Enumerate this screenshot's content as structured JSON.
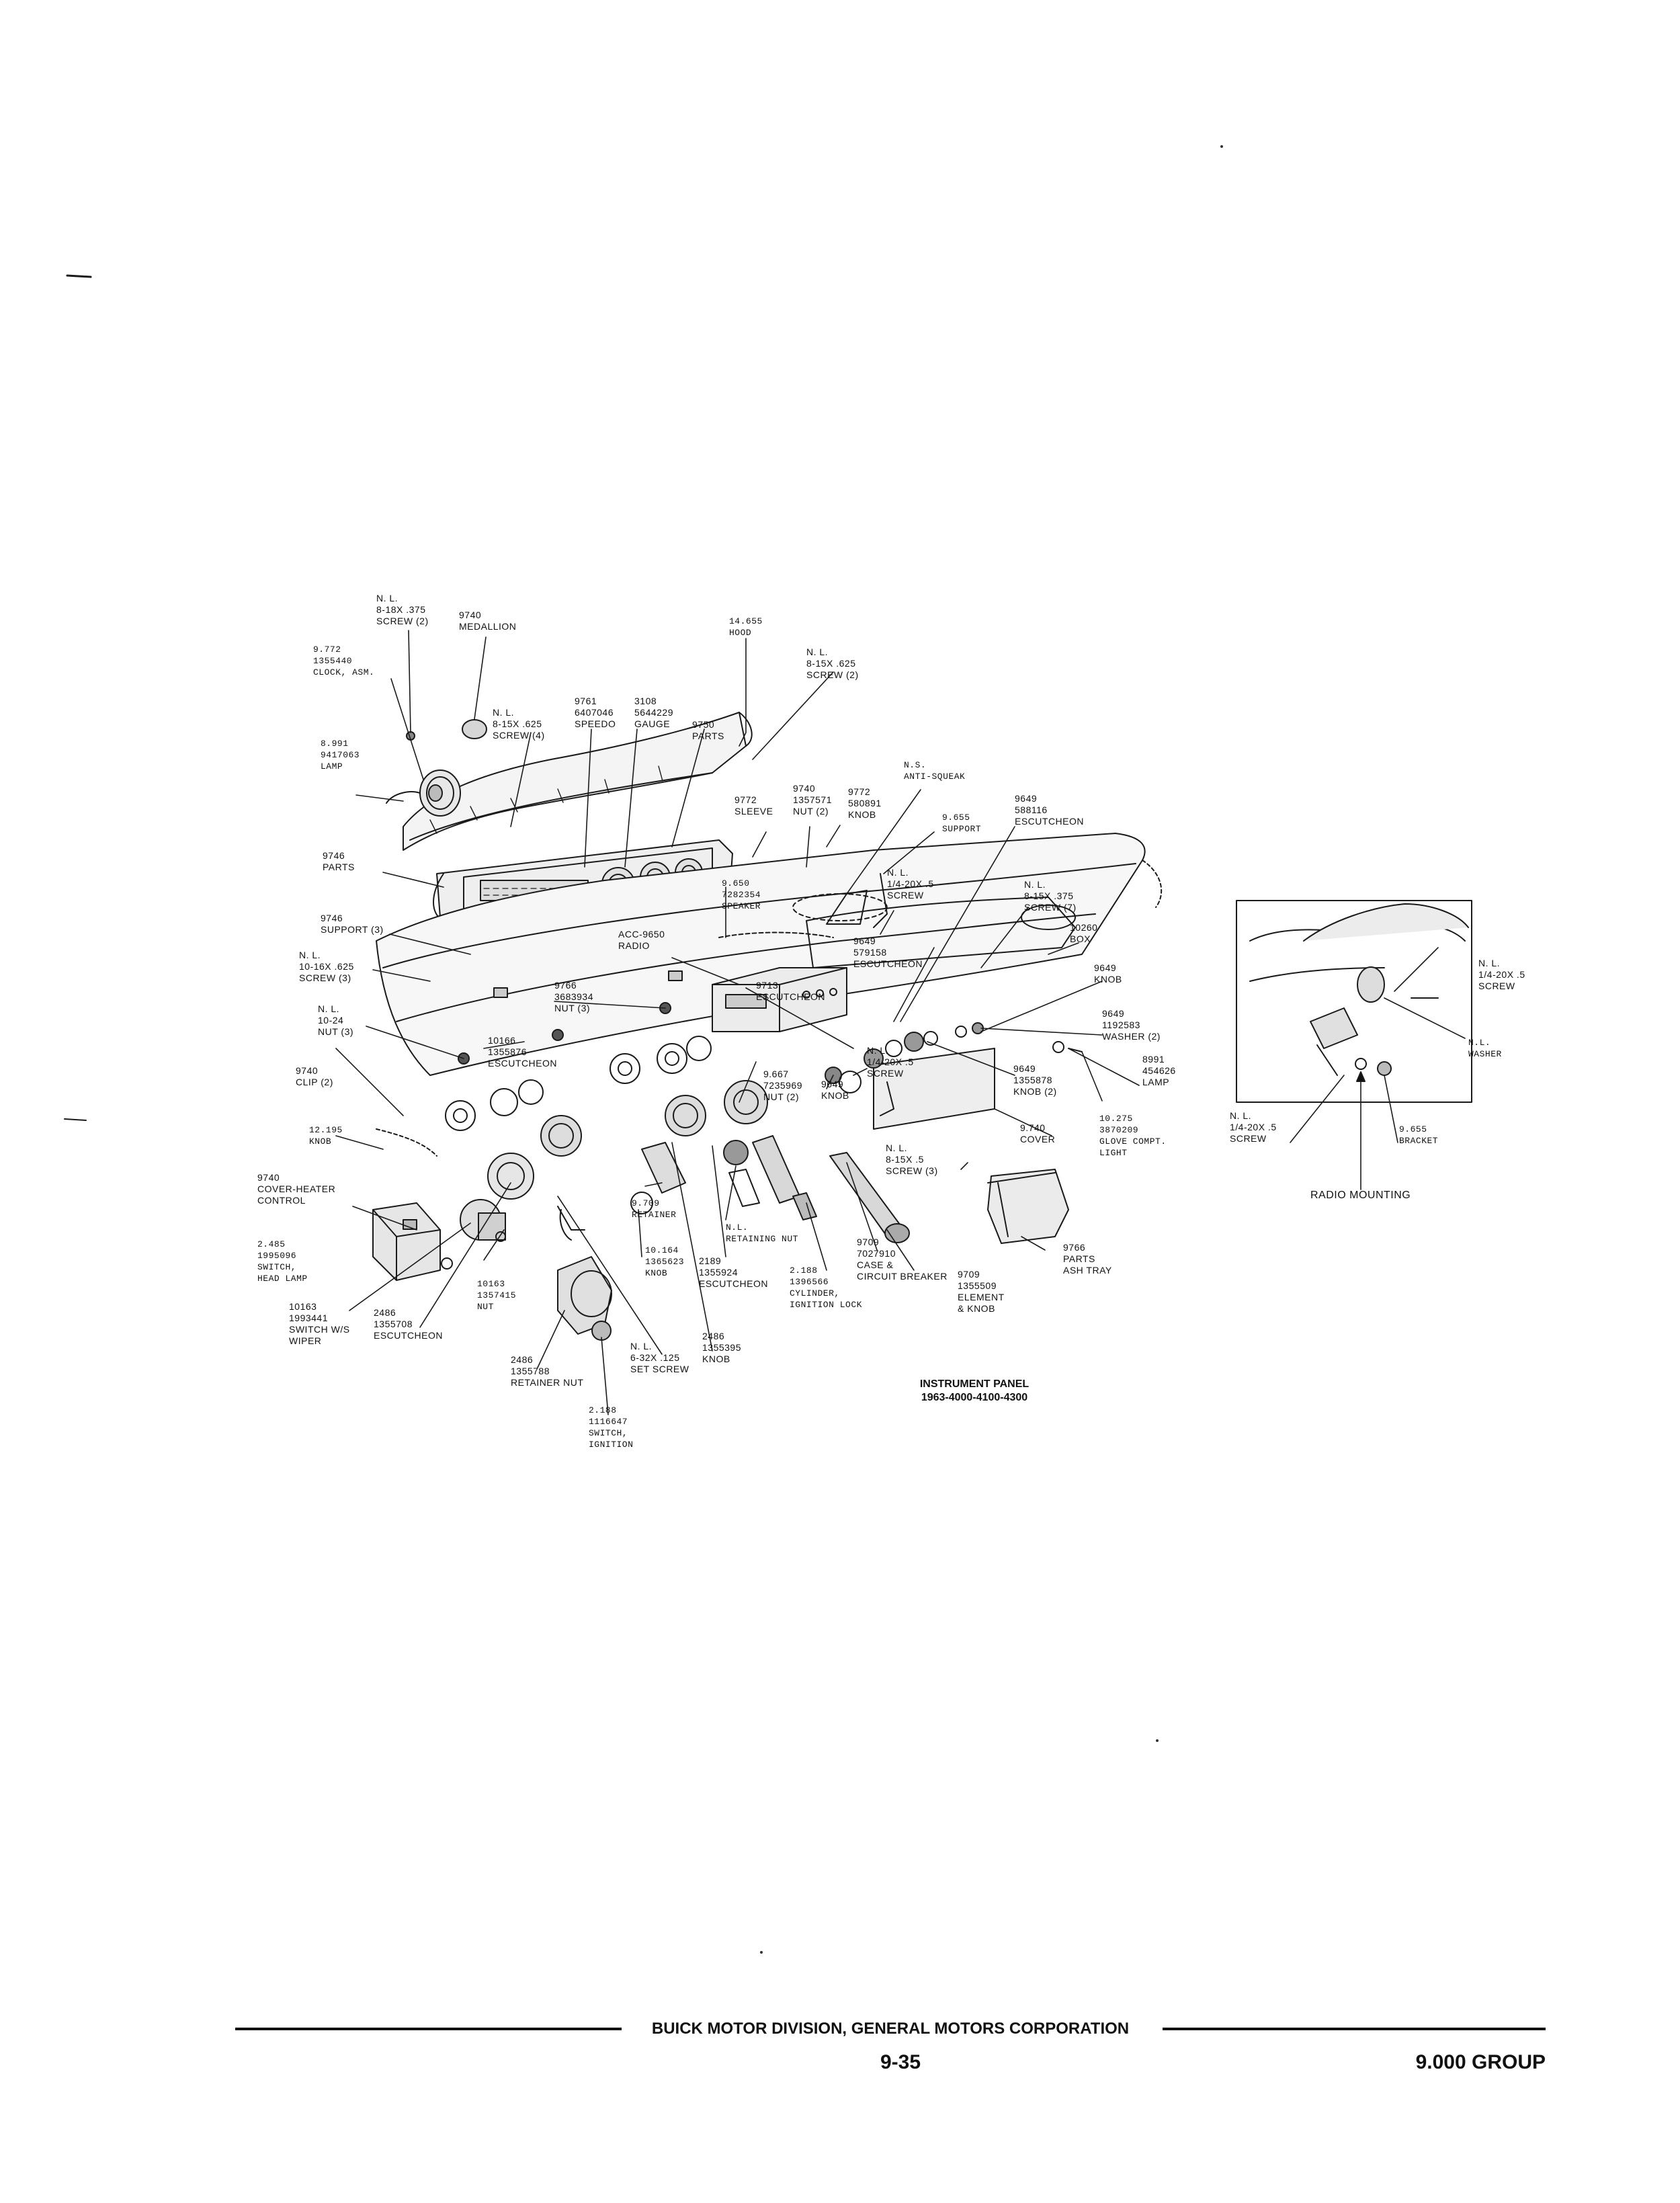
{
  "labels": {
    "screw_8_18x375": [
      "N. L.",
      "8-18X .375",
      "SCREW (2)"
    ],
    "medallion": [
      "9740",
      "MEDALLION"
    ],
    "hood": [
      "14.655",
      "HOOD"
    ],
    "screw_8_15x625_r": [
      "N. L.",
      "8-15X .625",
      "SCREW (2)"
    ],
    "clock": [
      "9.772",
      "1355440",
      "CLOCK, ASM."
    ],
    "speedo": [
      "9761",
      "6407046",
      "SPEEDO"
    ],
    "gauge": [
      "3108",
      "5644229",
      "GAUGE"
    ],
    "parts_9750": [
      "9750",
      "PARTS"
    ],
    "screw_8_15x625_4": [
      "N. L.",
      "8-15X .625",
      "SCREW (4)"
    ],
    "lamp_8991_l": [
      "8.991",
      "9417063",
      "LAMP"
    ],
    "antisqueak": [
      "N.S.",
      "ANTI-SQUEAK"
    ],
    "sleeve": [
      "9772",
      "SLEEVE"
    ],
    "nut_1357571": [
      "9740",
      "1357571",
      "NUT (2)"
    ],
    "knob_580891": [
      "9772",
      "580891",
      "KNOB"
    ],
    "support_9655": [
      "9.655",
      "SUPPORT"
    ],
    "escutcheon_588116": [
      "9649",
      "588116",
      "ESCUTCHEON"
    ],
    "parts_9746": [
      "9746",
      "PARTS"
    ],
    "speaker": [
      "9.650",
      "7282354",
      "SPEAKER"
    ],
    "screw_14_20x5_a": [
      "N. L.",
      "1/4-20X .5",
      "SCREW"
    ],
    "screw_8_15x375_7": [
      "N. L.",
      "8-15X .375",
      "SCREW (7)"
    ],
    "box": [
      "10260",
      "BOX"
    ],
    "support_9746": [
      "9746",
      "SUPPORT (3)"
    ],
    "radio": [
      "ACC-9650",
      "RADIO"
    ],
    "escutcheon_579158": [
      "9649",
      "579158",
      "ESCUTCHEON"
    ],
    "knob_9649_r": [
      "9649",
      "KNOB"
    ],
    "screw_10_16x625": [
      "N. L.",
      "10-16X .625",
      "SCREW (3)"
    ],
    "nut_3683934": [
      "9766",
      "3683934",
      "NUT (3)"
    ],
    "escutcheon_9713": [
      "9713",
      "ESCUTCHEON"
    ],
    "washer_1192583": [
      "9649",
      "1192583",
      "WASHER (2)"
    ],
    "nut_10_24": [
      "N. L.",
      "10-24",
      "NUT (3)"
    ],
    "escutcheon_1355876": [
      "10166",
      "1355876",
      "ESCUTCHEON"
    ],
    "screw_14_20x5_b": [
      "N. L.",
      "1/4-20X .5",
      "SCREW"
    ],
    "lamp_454626": [
      "8991",
      "454626",
      "LAMP"
    ],
    "clip": [
      "9740",
      "CLIP (2)"
    ],
    "nut_7235969": [
      "9.667",
      "7235969",
      "NUT (2)"
    ],
    "knob_9649_c": [
      "9649",
      "KNOB"
    ],
    "knob_1355878": [
      "9649",
      "1355878",
      "KNOB (2)"
    ],
    "knob_12195": [
      "12.195",
      "KNOB"
    ],
    "cover_9740": [
      "9.740",
      "COVER"
    ],
    "glove_light": [
      "10.275",
      "3870209",
      "GLOVE COMPT.",
      "LIGHT"
    ],
    "screw_8_15x5": [
      "N. L.",
      "8-15X .5",
      "SCREW (3)"
    ],
    "cover_heater": [
      "9740",
      "COVER-HEATER",
      "CONTROL"
    ],
    "retainer_9709": [
      "9.709",
      "RETAINER"
    ],
    "retaining_nut": [
      "N.L.",
      "RETAINING NUT"
    ],
    "headlamp_switch": [
      "2.485",
      "1995096",
      "SWITCH,",
      "HEAD LAMP"
    ],
    "knob_1365623": [
      "10.164",
      "1365623",
      "KNOB"
    ],
    "escutcheon_1355924": [
      "2189",
      "1355924",
      "ESCUTCHEON"
    ],
    "case_breaker": [
      "9709",
      "7027910",
      "CASE &",
      "CIRCUIT BREAKER"
    ],
    "ashtray": [
      "9766",
      "PARTS",
      "ASH TRAY"
    ],
    "nut_1357415": [
      "10163",
      "1357415",
      "NUT"
    ],
    "cylinder": [
      "2.188",
      "1396566",
      "CYLINDER,",
      "IGNITION LOCK"
    ],
    "element_knob": [
      "9709",
      "1355509",
      "ELEMENT",
      "& KNOB"
    ],
    "wiper_switch": [
      "10163",
      "1993441",
      "SWITCH W/S",
      "WIPER"
    ],
    "escutcheon_1355708": [
      "2486",
      "1355708",
      "ESCUTCHEON"
    ],
    "knob_1355395": [
      "2486",
      "1355395",
      "KNOB"
    ],
    "set_screw": [
      "N. L.",
      "6-32X .125",
      "SET SCREW"
    ],
    "retainer_nut": [
      "2486",
      "1355788",
      "RETAINER NUT"
    ],
    "ignition_switch": [
      "2.188",
      "1116647",
      "SWITCH,",
      "IGNITION"
    ],
    "rm_screw_top": [
      "N. L.",
      "1/4-20X .5",
      "SCREW"
    ],
    "rm_washer": [
      "N.L.",
      "WASHER"
    ],
    "rm_screw_bottom": [
      "N. L.",
      "1/4-20X .5",
      "SCREW"
    ],
    "rm_bracket": [
      "9.655",
      "BRACKET"
    ]
  },
  "titles": {
    "instrument_panel": "INSTRUMENT PANEL",
    "instrument_panel_years": "1963-4000-4100-4300",
    "radio_mounting": "RADIO MOUNTING"
  },
  "footer": {
    "division": "BUICK MOTOR DIVISION, GENERAL MOTORS CORPORATION",
    "page_number": "9-35",
    "group": "9.000 GROUP"
  }
}
